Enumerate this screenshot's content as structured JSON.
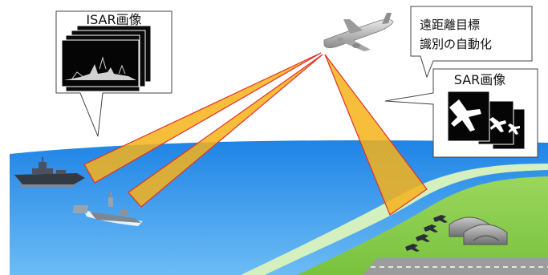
{
  "callouts": {
    "isar": {
      "title": "ISAR画像"
    },
    "sar": {
      "title": "SAR画像"
    },
    "goal": {
      "line1": "遠距離目標",
      "line2": "識別の自動化"
    }
  },
  "colors": {
    "sea_top": "#1a7fe0",
    "sea_bottom": "#5ab2f2",
    "land": "#8fd14f",
    "land_edge": "#c9ebb0",
    "beam_fill": "#f6b31a",
    "beam_edge": "#e0302a",
    "runway": "#9a9a9a"
  }
}
